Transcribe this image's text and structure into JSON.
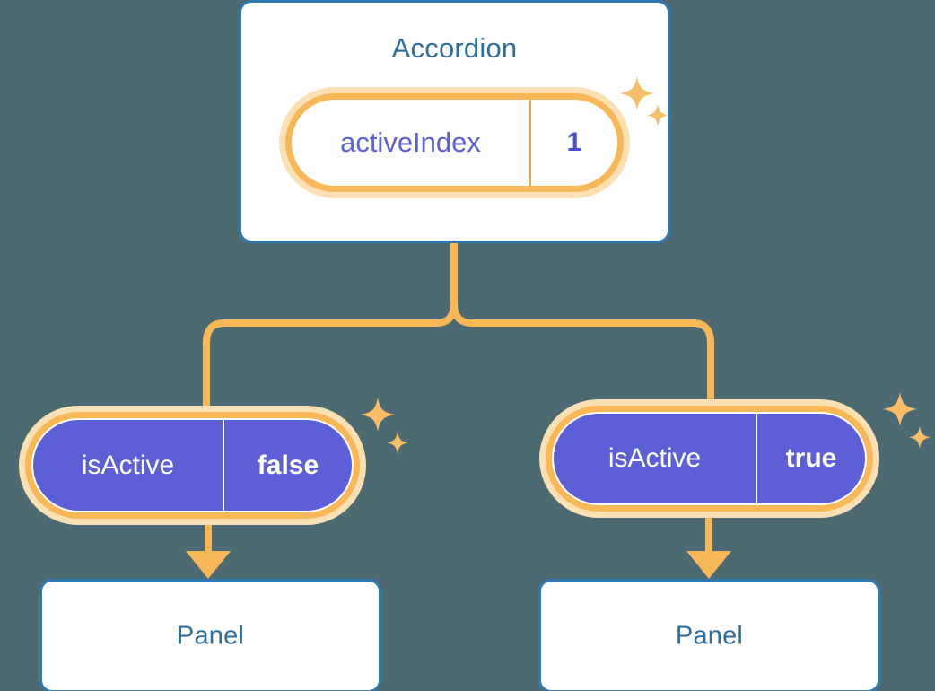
{
  "theme": {
    "background": "#4d6a73",
    "card_surface": "#ffffff",
    "card_border": "#2e7ab0",
    "title_text": "#2d6e9e",
    "connector": "#f8b857",
    "pill_ring": "#f8b857",
    "pill_glow": "#fbe0b4",
    "pill_dark_surface": "#5c5fd6",
    "value_text_light": "#4a4fd0",
    "key_text_light": "#5c5fd6",
    "text_on_dark": "#ffffff",
    "sparkle": "#f9bd68"
  },
  "diagram": {
    "type": "component-state-tree",
    "root": {
      "title": "Accordion",
      "state": {
        "key": "activeIndex",
        "value": "1"
      },
      "sparkle_icon": "sparkle-icon"
    },
    "branches": [
      {
        "id": "left",
        "state": {
          "key": "isActive",
          "value": "false"
        },
        "sparkle_icon": "sparkle-icon",
        "child": {
          "title": "Panel"
        },
        "arrow_icon": "arrow-down-icon"
      },
      {
        "id": "right",
        "state": {
          "key": "isActive",
          "value": "true"
        },
        "sparkle_icon": "sparkle-icon",
        "child": {
          "title": "Panel"
        },
        "arrow_icon": "arrow-down-icon"
      }
    ],
    "connectors": {
      "trunk_icon": "branch-connector",
      "description": "vertical trunk from root card splitting into two curved branches"
    }
  }
}
